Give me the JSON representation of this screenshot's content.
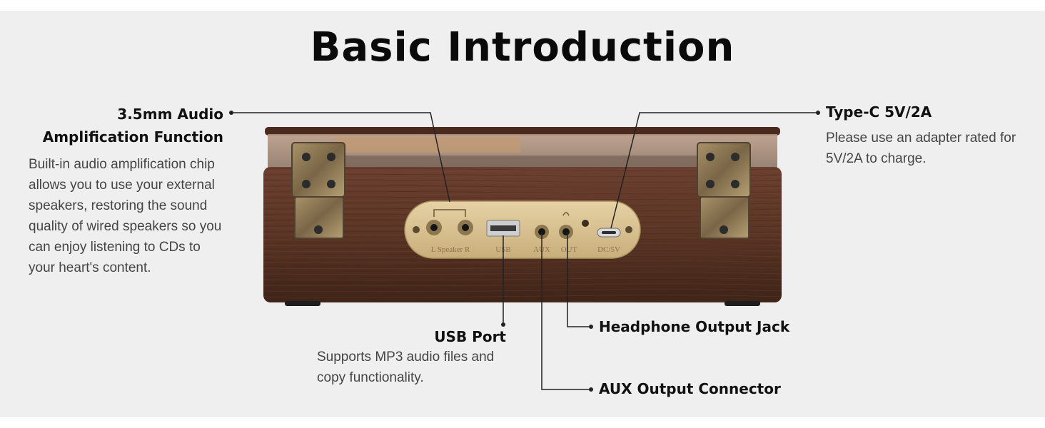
{
  "title": "Basic Introduction",
  "callouts": {
    "audio_amp": {
      "label_line1": "3.5mm Audio",
      "label_line2": "Amplification Function",
      "desc": [
        "Built-in audio amplification chip",
        "allows you to use your external",
        "speakers, restoring the sound",
        "quality of wired speakers so you",
        "can enjoy listening to CDs to",
        "your heart's content."
      ]
    },
    "type_c": {
      "label": "Type-C 5V/2A",
      "desc": [
        "Please use an adapter rated for",
        "5V/2A to charge."
      ]
    },
    "usb": {
      "label": "USB Port",
      "desc": [
        "Supports MP3 audio files and",
        "copy functionality."
      ]
    },
    "headphone": {
      "label": "Headphone Output Jack"
    },
    "aux": {
      "label": "AUX Output Connector"
    }
  },
  "panel_labels": {
    "speaker": "L Speaker R",
    "usb": "USB",
    "aux": "AUX",
    "out": "OUT",
    "dc": "DC/5V"
  },
  "colors": {
    "background": "#efefef",
    "wood": "#5a3524",
    "brass_plate": "#d8c08e",
    "text": "#111111"
  }
}
